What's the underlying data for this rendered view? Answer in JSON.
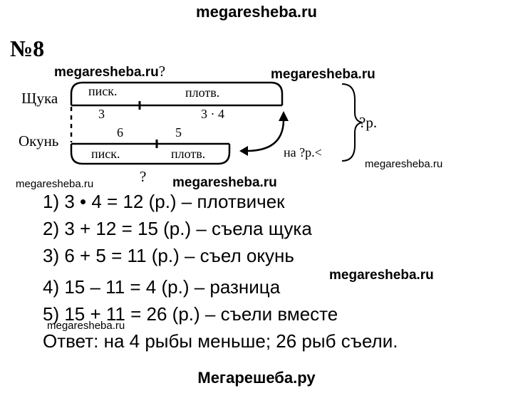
{
  "watermarks": {
    "top": "megaresheba.ru",
    "diagram_left": "megaresheba.ru",
    "diagram_right": "megaresheba.ru",
    "left_small": "megaresheba.ru",
    "middle": "megaresheba.ru",
    "right_small": "megaresheba.ru",
    "solution_right": "megaresheba.ru",
    "answer_small": "megaresheba.ru",
    "bottom": "Мегарешеба.ру"
  },
  "problem_number": "№8",
  "diagram": {
    "pike_label": "Щука",
    "perch_label": "Окунь",
    "top_question": "?",
    "bottom_question": "?",
    "pike_seg1_label": "писк.",
    "pike_seg2_label": "плотв.",
    "pike_seg1_value": "3",
    "pike_seg2_value": "3 · 4",
    "perch_seg1_value": "6",
    "perch_seg2_value": "5",
    "perch_seg1_label": "писк.",
    "perch_seg2_label": "плотв.",
    "difference_label": "на ?р.<",
    "total_label": "?р."
  },
  "solution": {
    "steps": [
      "1) 3 • 4 = 12 (р.) – плотвичек",
      "2) 3 + 12 = 15 (р.) – съела щука",
      "3) 6 + 5 = 11 (р.) – съел окунь",
      "4) 15 – 11 = 4 (р.) – разница",
      "5) 15 + 11 = 26 (р.) – съели вместе"
    ],
    "answer": "Ответ: на 4 рыбы меньше; 26 рыб съели."
  }
}
